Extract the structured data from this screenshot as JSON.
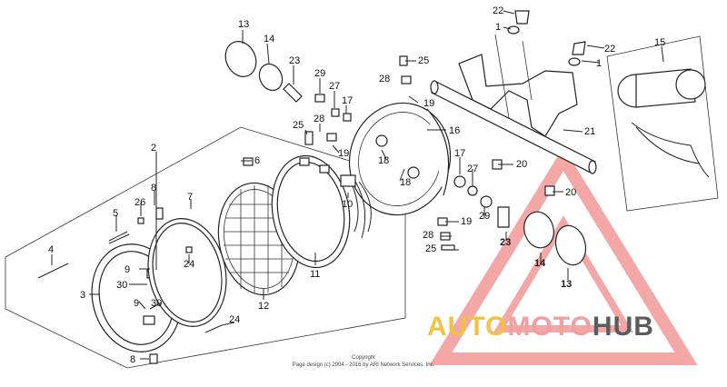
{
  "diagram": {
    "callouts": [
      {
        "id": "c1",
        "label": "22"
      },
      {
        "id": "c2",
        "label": "1"
      },
      {
        "id": "c3",
        "label": "22"
      },
      {
        "id": "c4",
        "label": "1"
      },
      {
        "id": "c5",
        "label": "15"
      },
      {
        "id": "c6",
        "label": "13"
      },
      {
        "id": "c7",
        "label": "14"
      },
      {
        "id": "c8",
        "label": "23"
      },
      {
        "id": "c9",
        "label": "29"
      },
      {
        "id": "c10",
        "label": "27"
      },
      {
        "id": "c11",
        "label": "28"
      },
      {
        "id": "c12",
        "label": "17"
      },
      {
        "id": "c13",
        "label": "25"
      },
      {
        "id": "c14",
        "label": "28"
      },
      {
        "id": "c15",
        "label": "25"
      },
      {
        "id": "c16",
        "label": "19"
      },
      {
        "id": "c17",
        "label": "16"
      },
      {
        "id": "c18",
        "label": "21"
      },
      {
        "id": "c19",
        "label": "2"
      },
      {
        "id": "c20",
        "label": "6"
      },
      {
        "id": "c21",
        "label": "19"
      },
      {
        "id": "c22",
        "label": "18"
      },
      {
        "id": "c23",
        "label": "18"
      },
      {
        "id": "c24",
        "label": "10"
      },
      {
        "id": "c25",
        "label": "17"
      },
      {
        "id": "c26",
        "label": "27"
      },
      {
        "id": "c27",
        "label": "20"
      },
      {
        "id": "c28",
        "label": "20"
      },
      {
        "id": "c29",
        "label": "8"
      },
      {
        "id": "c30",
        "label": "7"
      },
      {
        "id": "c31",
        "label": "26"
      },
      {
        "id": "c32",
        "label": "5"
      },
      {
        "id": "c33",
        "label": "29"
      },
      {
        "id": "c34",
        "label": "19"
      },
      {
        "id": "c35",
        "label": "28"
      },
      {
        "id": "c36",
        "label": "25"
      },
      {
        "id": "c37",
        "label": "23"
      },
      {
        "id": "c38",
        "label": "14"
      },
      {
        "id": "c39",
        "label": "13"
      },
      {
        "id": "c40",
        "label": "4"
      },
      {
        "id": "c41",
        "label": "24"
      },
      {
        "id": "c42",
        "label": "9"
      },
      {
        "id": "c43",
        "label": "30"
      },
      {
        "id": "c44",
        "label": "3"
      },
      {
        "id": "c45",
        "label": "9"
      },
      {
        "id": "c46",
        "label": "30"
      },
      {
        "id": "c47",
        "label": "11"
      },
      {
        "id": "c48",
        "label": "12"
      },
      {
        "id": "c49",
        "label": "24"
      },
      {
        "id": "c50",
        "label": "8"
      }
    ]
  },
  "copyright": {
    "line1": "Copyright",
    "line2": "Page design (c) 2004 - 2016 by ARI Network Services, Inc."
  },
  "watermark": {
    "part1": "AUTO",
    "part2": "MOTO",
    "part3": "HUB",
    "colors": {
      "part1": "#f2c245",
      "part2": "#f0a0a0",
      "part3": "#5c5c5c",
      "triangle": "#e86a6a"
    }
  }
}
